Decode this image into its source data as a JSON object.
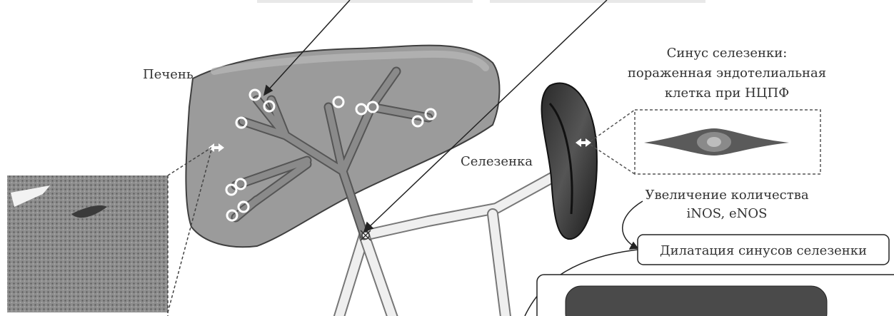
{
  "labels": {
    "liver": "Печень",
    "spleen": "Селезенка",
    "spleen_sinus": [
      "Синус селезенки:",
      "пораженная эндотелиальная",
      "клетка при НЦПФ"
    ],
    "nos": [
      "Увеличение количества",
      "iNOS, eNOS"
    ],
    "dilation": "Дилатация синусов селезенки"
  }
}
